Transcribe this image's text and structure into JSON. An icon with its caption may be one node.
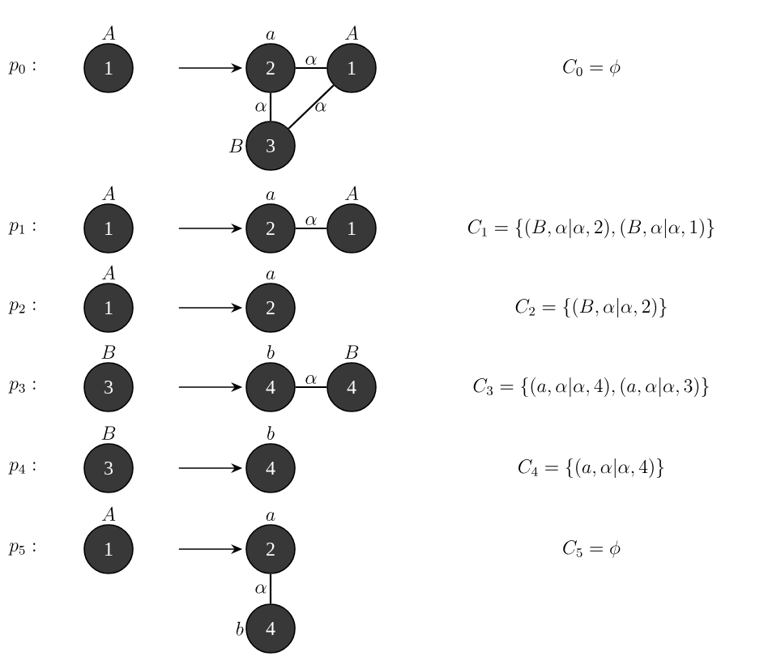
{
  "diagram": {
    "nodes": [
      {
        "text": [
          "1"
        ],
        "beside": [
          "A"
        ]
      },
      {
        "text": [
          "2"
        ],
        "beside": [
          "a"
        ]
      },
      {
        "text": [
          "1"
        ],
        "beside": [
          "A"
        ]
      },
      {
        "text": [
          "3"
        ],
        "beside": [
          "B"
        ]
      },
      {
        "text": [
          "1"
        ],
        "beside": [
          "A"
        ]
      },
      {
        "text": [
          "2"
        ],
        "beside": [
          "a"
        ]
      },
      {
        "text": [
          "1"
        ],
        "beside": [
          "A"
        ]
      },
      {
        "text": [
          "1"
        ],
        "beside": [
          "A"
        ]
      },
      {
        "text": [
          "2"
        ],
        "beside": [
          "a"
        ]
      },
      {
        "text": [
          "3"
        ],
        "beside": [
          "B"
        ]
      },
      {
        "text": [
          "4"
        ],
        "beside": [
          "b"
        ]
      },
      {
        "text": [
          "4"
        ],
        "beside": [
          "B"
        ]
      },
      {
        "text": [
          "3"
        ],
        "beside": [
          "B"
        ]
      },
      {
        "text": [
          "4"
        ],
        "beside": [
          "b"
        ]
      },
      {
        "text": [
          "1"
        ],
        "beside": [
          "A"
        ]
      },
      {
        "text": [
          "2"
        ],
        "beside": [
          "a"
        ]
      },
      {
        "text": [
          "4"
        ],
        "beside": [
          "b"
        ]
      }
    ],
    "edges": [
      {
        "from": 0,
        "to": 1,
        "arrow": "to"
      },
      {
        "from": 1,
        "to": 2,
        "arrow": "none",
        "label": "\\alpha"
      },
      {
        "from": 1,
        "to": 3,
        "arrow": "none",
        "label": "\\alpha"
      },
      {
        "from": 3,
        "to": 2,
        "arrow": "none",
        "label": "\\alpha"
      },
      {
        "from": 4,
        "to": 5,
        "arrow": "to"
      },
      {
        "from": 5,
        "to": 6,
        "arrow": "none",
        "label": "\\alpha"
      },
      {
        "from": 7,
        "to": 8,
        "arrow": "to"
      },
      {
        "from": 9,
        "to": 10,
        "arrow": "to"
      },
      {
        "from": 10,
        "to": 11,
        "arrow": "none",
        "label": "\\alpha"
      },
      {
        "from": 12,
        "to": 13,
        "arrow": "to"
      },
      {
        "from": 14,
        "to": 15,
        "arrow": "to"
      },
      {
        "from": 15,
        "to": 16,
        "arrow": "none",
        "label": "\\alpha"
      }
    ],
    "labels": [
      "p_0:",
      "C_0=\\phi",
      "p_1:",
      "C_1=\\{(B,\\alpha|\\alpha,2),(B,\\alpha|\\alpha,1)\\}",
      "p_2:",
      "C_2=\\{(B,\\alpha|\\alpha,2)\\}",
      "p_3:",
      "C_3=\\{(a,\\alpha|\\alpha,4),(a,\\alpha|\\alpha,3)\\}",
      "p_4:",
      "C_4=\\{(a,\\alpha|\\alpha,4)\\}",
      "p_5:",
      "C_5=\\phi"
    ]
  }
}
